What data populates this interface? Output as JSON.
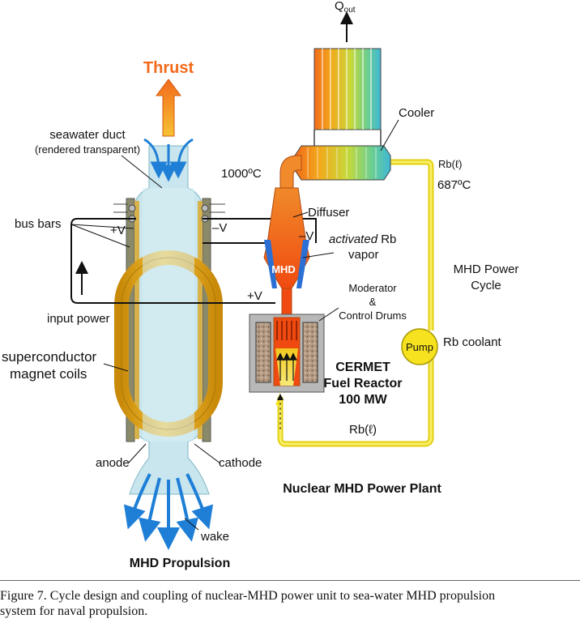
{
  "labels": {
    "thrust": "Thrust",
    "q_out": "Q",
    "q_out_sub": "out",
    "seawater_duct": "seawater duct",
    "rendered_transparent": "(rendered transparent)",
    "temp_1000": "1000ºC",
    "cooler": "Cooler",
    "rb_l_top": "Rb(ℓ)",
    "temp_687": "687ºC",
    "diffuser": "Diffuser",
    "bus_bars": "bus bars",
    "plus_v_top": "+V",
    "minus_v_top": "–V",
    "minus_v_right": "–V",
    "activated_rb_italic": "activated",
    "activated_rb_rest": " Rb",
    "vapor": "vapor",
    "mhd_power_cycle_1": "MHD Power",
    "mhd_power_cycle_2": "Cycle",
    "mhd_nozzle": "MHD",
    "moderator_1": "Moderator",
    "moderator_2": "&",
    "moderator_3": "Control Drums",
    "plus_v_mid": "+V",
    "input_power": "input power",
    "pump": "Pump",
    "rb_coolant": "Rb coolant",
    "superconductor_1": "superconductor",
    "superconductor_2": "magnet coils",
    "cermet_1": "CERMET",
    "cermet_2": "Fuel Reactor",
    "cermet_3": "100 MW",
    "rb_l_bottom": "Rb(ℓ)",
    "anode": "anode",
    "cathode": "cathode",
    "nuclear_title": "Nuclear MHD Power Plant",
    "wake": "wake",
    "mhd_propulsion_title": "MHD Propulsion"
  },
  "caption": {
    "line1": "Figure 7. Cycle design and coupling of nuclear-MHD power unit to sea-water MHD propulsion",
    "line2": "system for naval propulsion."
  },
  "colors": {
    "thrust_text": "#f26a1b",
    "seawater": "#c9e6ee",
    "flow_arrow": "#1f7fd6",
    "coil_gold": "#f0b51c",
    "rb_loop_yellow": "#f6e21e",
    "nozzle_orange": "#f26a1b",
    "nozzle_blue": "#2c6fd4",
    "reactor_gray": "#9b9b9b"
  }
}
